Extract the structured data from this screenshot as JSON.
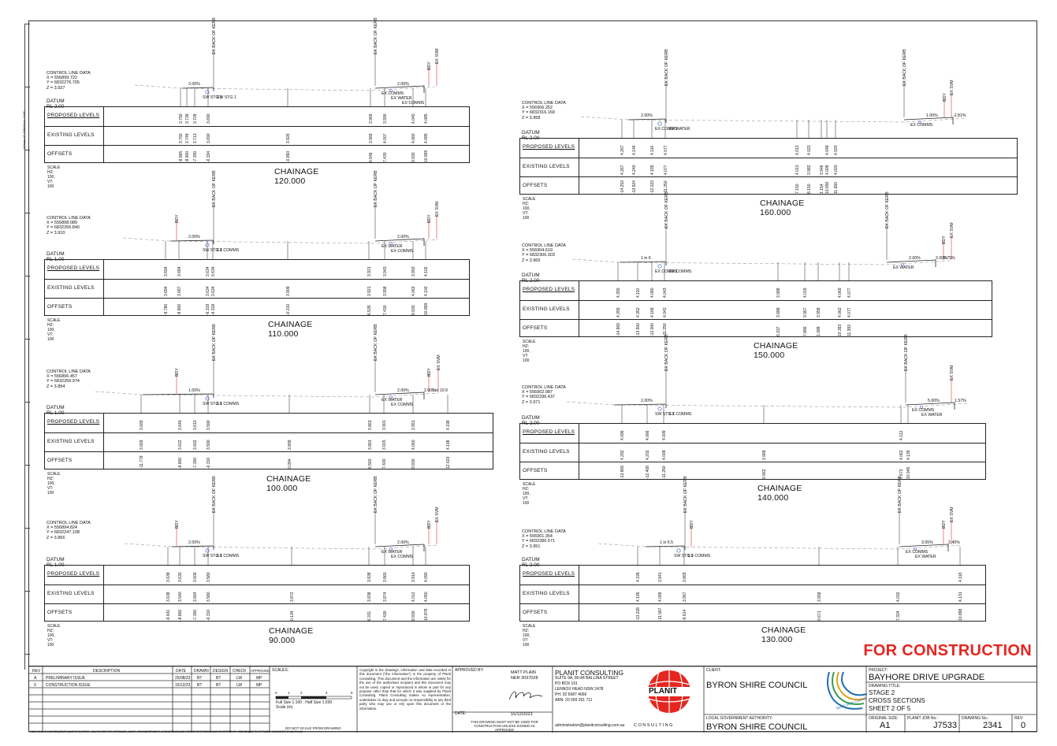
{
  "sheet": {
    "for_construction": "FOR CONSTRUCTION",
    "ruler_note": "100mm AT ORIGINAL SIZE",
    "cad_file": "CAD FILE: G:\\J\\USSDATA\\PLANIT\\SYN\\J7553 - BAYSHORE DR UPGRADE_60\\07 - ENGINEERING\\7.4 DRAFTING\\CAD CROSS SECTIONS.DWG PLOTTED BY: BRENDANT  PLOT DATE: 15/12/2023 10:44:29 AM"
  },
  "common": {
    "control_line_data": "CONTROL LINE DATA",
    "proposed_levels": "PROPOSED LEVELS",
    "existing_levels": "EXISTING LEVELS",
    "offsets": "OFFSETS",
    "scale_note": "SCALE HZ: 100, VT: 100",
    "ex_back_of_kerb": "EX BACK OF KERB",
    "bdy": "BDY",
    "ex_svm": "EX SVM",
    "ex_comms": "EX COMMS",
    "ex_water": "EX WATER"
  },
  "sections": [
    {
      "chainage": "CHAINAGE 120.000",
      "x": "X = 556899.722",
      "y": "Y = 6832276.705",
      "z": "Z = 3.927",
      "datum": "DATUM RL 2.00",
      "slopes": [
        "2.00%",
        "2.00%"
      ],
      "features": [
        "SW STG 1",
        "SW STG 1",
        "EX COMMS",
        "EX WATER",
        "EX COMMS"
      ],
      "proposed": [
        "3.750",
        "3.739",
        "3.709",
        "3.690",
        "3.969",
        "3.990",
        "4.040",
        "4.085"
      ],
      "existing": [
        "3.750",
        "3.749",
        "3.713",
        "3.690",
        "3.926",
        "3.969",
        "4.007",
        "4.060",
        "4.085"
      ],
      "offsets": [
        "-8.865",
        "-8.800",
        "-7.300",
        "-6.334",
        "-0.893",
        "6.546",
        "7.430",
        "9.930",
        "10.865"
      ]
    },
    {
      "chainage": "CHAINAGE 110.000",
      "x": "X = 556898.089",
      "y": "Y = 6832266.840",
      "z": "Z = 3.910",
      "datum": "DATUM RL 1.00",
      "slopes": [
        "2.00%",
        "2.00%"
      ],
      "features": [
        "SW STG 1",
        "EX COMMS",
        "EX WATER",
        "EX COMMS"
      ],
      "proposed": [
        "3.694",
        "3.684",
        "3.634",
        "3.634",
        "3.921",
        "3.943",
        "3.993",
        "4.102"
      ],
      "existing": [
        "3.694",
        "3.667",
        "3.634",
        "3.634",
        "3.909",
        "3.921",
        "3.958",
        "4.063",
        "4.102"
      ],
      "offsets": [
        "-9.786",
        "-8.800",
        "-6.319",
        "-6.318",
        "-0.210",
        "6.535",
        "7.430",
        "9.930",
        "10.869"
      ]
    },
    {
      "chainage": "CHAINAGE 100.000",
      "x": "X = 556896.457",
      "y": "Y = 6832256.974",
      "z": "Z = 3.894",
      "datum": "DATUM RL 1.00",
      "slopes": [
        "1.00%",
        "2.00%",
        "2.00%",
        "1 in 10.9"
      ],
      "features": [
        "SW STG 1",
        "EX COMMS",
        "EX WATER",
        "EX COMMS"
      ],
      "proposed": [
        "3.669",
        "3.640",
        "3.610",
        "3.590",
        "3.863",
        "3.901",
        "3.951",
        "4.198"
      ],
      "existing": [
        "3.669",
        "3.622",
        "3.602",
        "3.590",
        "3.899",
        "3.863",
        "3.915",
        "4.060",
        "4.198"
      ],
      "offsets": [
        "-11.778",
        "-8.800",
        "-7.300",
        "-6.310",
        "0.094",
        "6.593",
        "7.430",
        "9.930",
        "12.633"
      ]
    },
    {
      "chainage": "CHAINAGE 90.000",
      "x": "X = 556894.824",
      "y": "Y = 6832247.108",
      "z": "Z = 3.866",
      "datum": "DATUM RL 1.00",
      "slopes": [
        "2.00%",
        "2.00%"
      ],
      "features": [
        "SW STG 1",
        "EX COMMS",
        "EX WATER",
        "EX COMMS"
      ],
      "proposed": [
        "3.638",
        "3.630",
        "3.600",
        "3.580",
        "3.838",
        "3.860",
        "3.910",
        "4.090"
      ],
      "existing": [
        "3.638",
        "3.540",
        "3.564",
        "3.580",
        "3.872",
        "3.838",
        "3.874",
        "4.012",
        "4.050"
      ],
      "offsets": [
        "-9.641",
        "-8.800",
        "-7.300",
        "-6.310",
        "0.134",
        "6.311",
        "7.430",
        "9.930",
        "10.878"
      ]
    },
    {
      "chainage": "CHAINAGE 160.000",
      "x": "X = 556906.252",
      "y": "Y = 6832316.169",
      "z": "Z = 3.958",
      "datum": "DATUM RL 2.00",
      "slopes": [
        "2.00%",
        "1.00%",
        "-2.81%"
      ],
      "features": [
        "EX COMMS",
        "EX WATER",
        "EX COMMS"
      ],
      "proposed": [
        "4.267",
        "4.146",
        "4.116",
        "4.077",
        "4.013",
        "4.023",
        "4.048",
        "4.020"
      ],
      "existing": [
        "4.267",
        "4.240",
        "4.185",
        "4.077",
        "3.946",
        "4.013",
        "3.982",
        "4.009",
        "4.020"
      ],
      "offsets": [
        "-14.253",
        "-13.524",
        "-12.023",
        "-11.250",
        "1.154",
        "7.150",
        "8.150",
        "10.650",
        "11.650"
      ]
    },
    {
      "chainage": "CHAINAGE 150.000",
      "x": "X = 556904.619",
      "y": "Y = 6832306.303",
      "z": "Z = 3.965",
      "datum": "DATUM RL 2.00",
      "slopes": [
        "1 in 6",
        "2.00%",
        "2.00%",
        "0.75%"
      ],
      "features": [
        "EX COMMS",
        "EX COMMS",
        "EX WATER"
      ],
      "proposed": [
        "4.355",
        "4.110",
        "4.080",
        "4.043",
        "3.988",
        "4.019",
        "4.069",
        "4.077"
      ],
      "existing": [
        "4.355",
        "4.352",
        "4.168",
        "4.043",
        "3.958",
        "3.988",
        "3.967",
        "4.062",
        "4.077"
      ],
      "offsets": [
        "-14.969",
        "-13.500",
        "-12.000",
        "-11.250",
        "1.088",
        "6.337",
        "7.886",
        "10.393",
        "11.393"
      ]
    },
    {
      "chainage": "CHAINAGE 140.000",
      "x": "X = 556902.987",
      "y": "Y = 6832296.437",
      "z": "Z = 3.971",
      "datum": "DATUM RL 2.00",
      "slopes": [
        "2.00%",
        "5.00%",
        "1.57%"
      ],
      "features": [
        "SW STG 1",
        "EX COMMS",
        "EX COMMS",
        "EX WATER"
      ],
      "proposed": [
        "4.096",
        "4.066",
        "4.009",
        "4.113"
      ],
      "existing": [
        "4.292",
        "4.202",
        "4.009",
        "3.968",
        "4.062",
        "4.135"
      ],
      "offsets": [
        "-13.909",
        "-12.408",
        "-11.250",
        "0.962",
        "7.673",
        "10.945"
      ]
    },
    {
      "chainage": "CHAINAGE 130.000",
      "x": "X = 556901.354",
      "y": "Y = 6832286.571",
      "z": "Z = 3.951",
      "datum": "DATUM RL 2.00",
      "slopes": [
        "1 in 6.5",
        "3.65%",
        "2.40%"
      ],
      "features": [
        "SW STG 1",
        "EX COMMS",
        "EX COMMS",
        "EX WATER"
      ],
      "proposed": [
        "4.195",
        "3.941",
        "3.869",
        "4.118"
      ],
      "existing": [
        "4.195",
        "4.099",
        "3.967",
        "3.958",
        "4.032",
        "4.131"
      ],
      "offsets": [
        "-13.228",
        "-11.567",
        "-9.614",
        "0.671",
        "7.324",
        "10.898"
      ]
    }
  ],
  "title_block": {
    "rev_header": {
      "rev": "REV",
      "description": "DESCRIPTION",
      "date": "DATE",
      "drawn": "DRAWN",
      "design": "DESIGN",
      "check": "CHECK",
      "approved": "APPROVED"
    },
    "revisions": [
      {
        "rev": "A",
        "description": "PRELIMINARY ISSUE",
        "date": "25/08/23",
        "drawn": "BT",
        "design": "BT",
        "check": "LW",
        "approved": "MP"
      },
      {
        "rev": "0",
        "description": "CONSTRUCTION ISSUE",
        "date": "15/12/23",
        "drawn": "BT",
        "design": "BT",
        "check": "LW",
        "approved": "MP"
      }
    ],
    "scales_label": "SCALES:",
    "scale_ticks": [
      "0",
      "1",
      "2",
      "4",
      "6"
    ],
    "scale_full": "Full Size 1:100 ; Half Size 1:200",
    "scale_unit": "Scale (m)",
    "do_not_scale": "DO NOT SCALE FROM DRAWING",
    "copyright": "Copyright in the drawings, information and data recorded in this document (\"the information\") is the property of Planit Consulting. This document and the information are solely for the use of the authorised recipient and this document may not be used, copied or reproduced in whole or part for any purpose other than that for which it was supplied by Planit Consulting. Planit Consulting makes no representation, undertakes no duty and accepts no responsibility to any third party who may use or rely upon this document or the information.",
    "approved_by": "APPROVED BY:",
    "approver_name": "MATT PLAIN",
    "approver_ner": "NER 3037028",
    "date_label": "DATE:",
    "approved_date": "15/12/2023",
    "not_used_note": "THIS DRAWING MUST NOT BE USED FOR CONSTRUCTION UNLESS SIGNED AS APPROVED",
    "company": "PLANIT CONSULTING",
    "address1": "SUITE 9A, 80-84 BALLINA STREET",
    "address2": "PO BOX 161",
    "address3": "LENNOX HEAD NSW 2478",
    "phone": "PH: 02 6687 4666",
    "abn": "ABN: 20 099 261 711",
    "email": "administration@planitconsulting.com.au",
    "logo_text": "PLANIT",
    "logo_sub": "C O N S U L T I N G",
    "client_label": "CLIENT:",
    "client": "BYRON SHIRE COUNCIL",
    "lga_label": "LOCAL GOVERNMENT AUTHORITY:",
    "lga": "BYRON SHIRE COUNCIL",
    "council_logo_text": "Byron Shire Council",
    "project_label": "PROJECT:",
    "project": "BAYHORE DRIVE UPGRADE",
    "drawing_title_label": "DRAWING TITLE:",
    "drawing_title_1": "STAGE 2",
    "drawing_title_2": "CROSS SECTIONS",
    "drawing_title_3": "SHEET 2 OF 5",
    "original_size_label": "ORIGINAL SIZE:",
    "original_size": "A1",
    "job_label": "PLANIT JOB No.:",
    "job": "J7533",
    "drawing_no_label": "DRAWING No.:",
    "drawing_no": "2341",
    "rev_label": "REV:",
    "rev": "0",
    "colors": {
      "red": "#e4261f",
      "line": "#222222",
      "bdy": "#e05050",
      "pipe": "#3a5fc8"
    }
  }
}
